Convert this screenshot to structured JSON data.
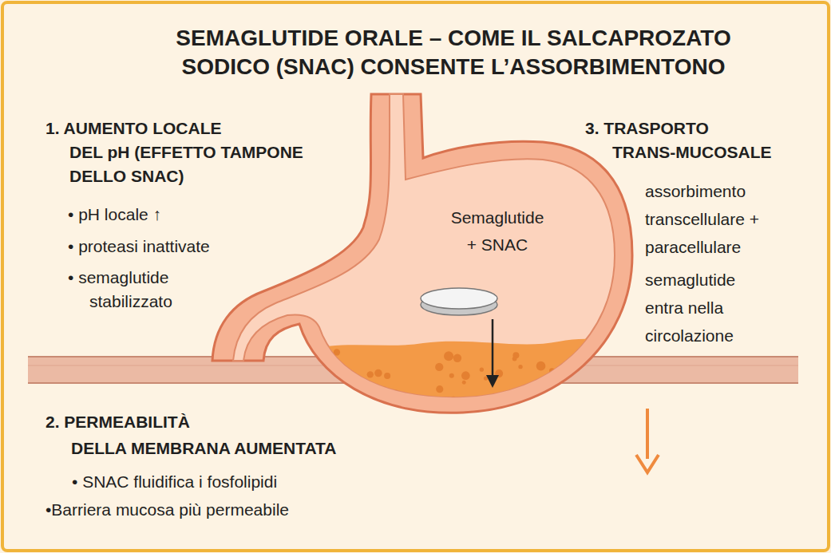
{
  "diagram": {
    "title": "SEMAGLUTIDE ORALE – COME IL SALCAPROZATO SODICO (SNAC) CONSENTE L’ASSORBIMENTONO",
    "labels": [
      "1. AUMENTO LOCALE DEL pH (EFFETTO TAMPONE DELLO SNAC)",
      "• pH locale ↑",
      "• proteasi inattivate",
      "• semaglutide stabilizzato",
      "3. TRASPORTO TRANS-MUCOSALE",
      "assorbimento transcellulare + paracellulare",
      "semaglutide entra nella circolazione",
      "Semaglutide + SNAC",
      "2. PERMEABILITÀ DELLA MEMBRANA AUMENTATA",
      "• SNAC fluidifica i fosfolipidi",
      "•Barriera mucosa più permeabile"
    ]
  }
}
